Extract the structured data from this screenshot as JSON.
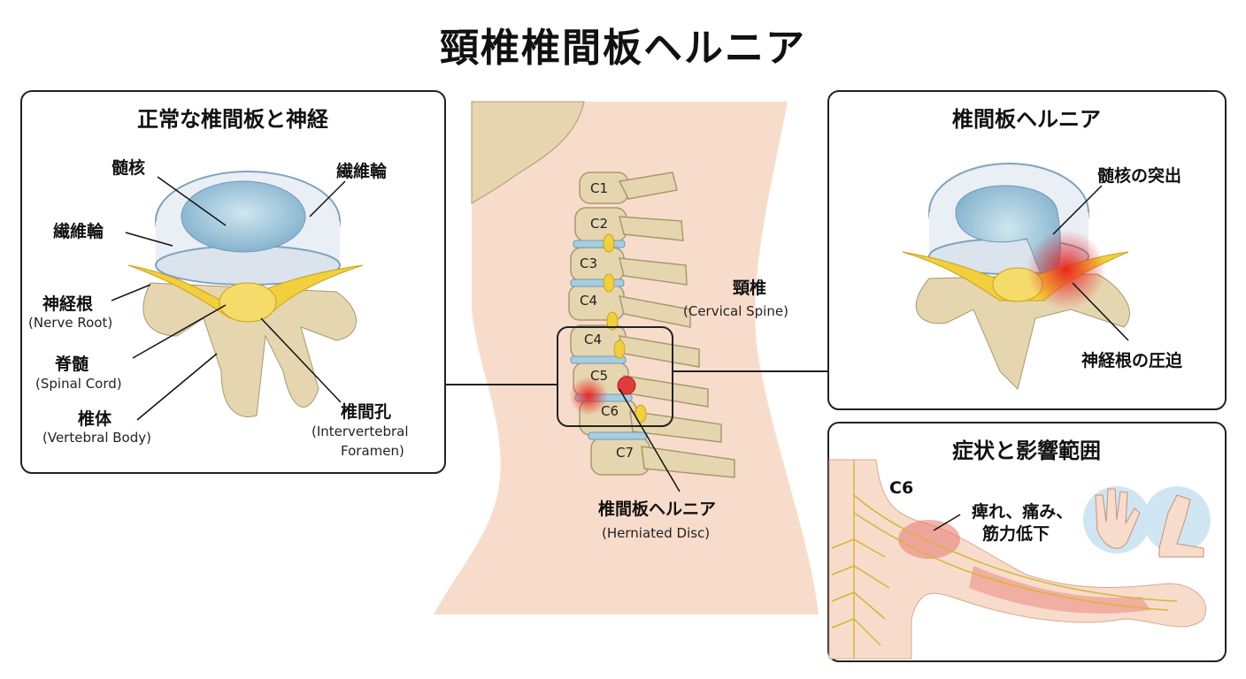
{
  "title": "頸椎椎間板ヘルニア",
  "normal_panel": {
    "title": "正常な椎間板と神経",
    "nucleus": "髄核",
    "annulus_right": "繊維輪",
    "annulus_left": "繊維輪",
    "nerve_root": "神経根",
    "nerve_root_en": "(Nerve Root)",
    "spinal_cord": "脊髄",
    "spinal_cord_en": "(Spinal Cord)",
    "vertebral_body": "椎体",
    "vertebral_body_en": "(Vertebral Body)",
    "foramen": "椎間孔",
    "foramen_en_1": "(Intervertebral",
    "foramen_en_2": "Foramen)"
  },
  "neck": {
    "vertebrae": [
      "C1",
      "C2",
      "C3",
      "C4",
      "C4",
      "C5",
      "C6",
      "C7"
    ],
    "spine_label": "頸椎",
    "spine_label_en": "(Cervical Spine)",
    "hernia_label": "椎間板ヘルニア",
    "hernia_label_en": "(Herniated Disc)"
  },
  "hernia_panel": {
    "title": "椎間板ヘルニア",
    "protrusion": "髄核の突出",
    "compression": "神経根の圧迫"
  },
  "symptom_panel": {
    "title": "症状と影響範囲",
    "level": "C6",
    "symptoms_1": "痺れ、痛み、",
    "symptoms_2": "筋力低下"
  },
  "colors": {
    "bone": "#e6d6b0",
    "disc": "#a8cde0",
    "nerve": "#f2cf3e",
    "skin": "#f8dccb",
    "inflammation": "#e83a3a"
  }
}
